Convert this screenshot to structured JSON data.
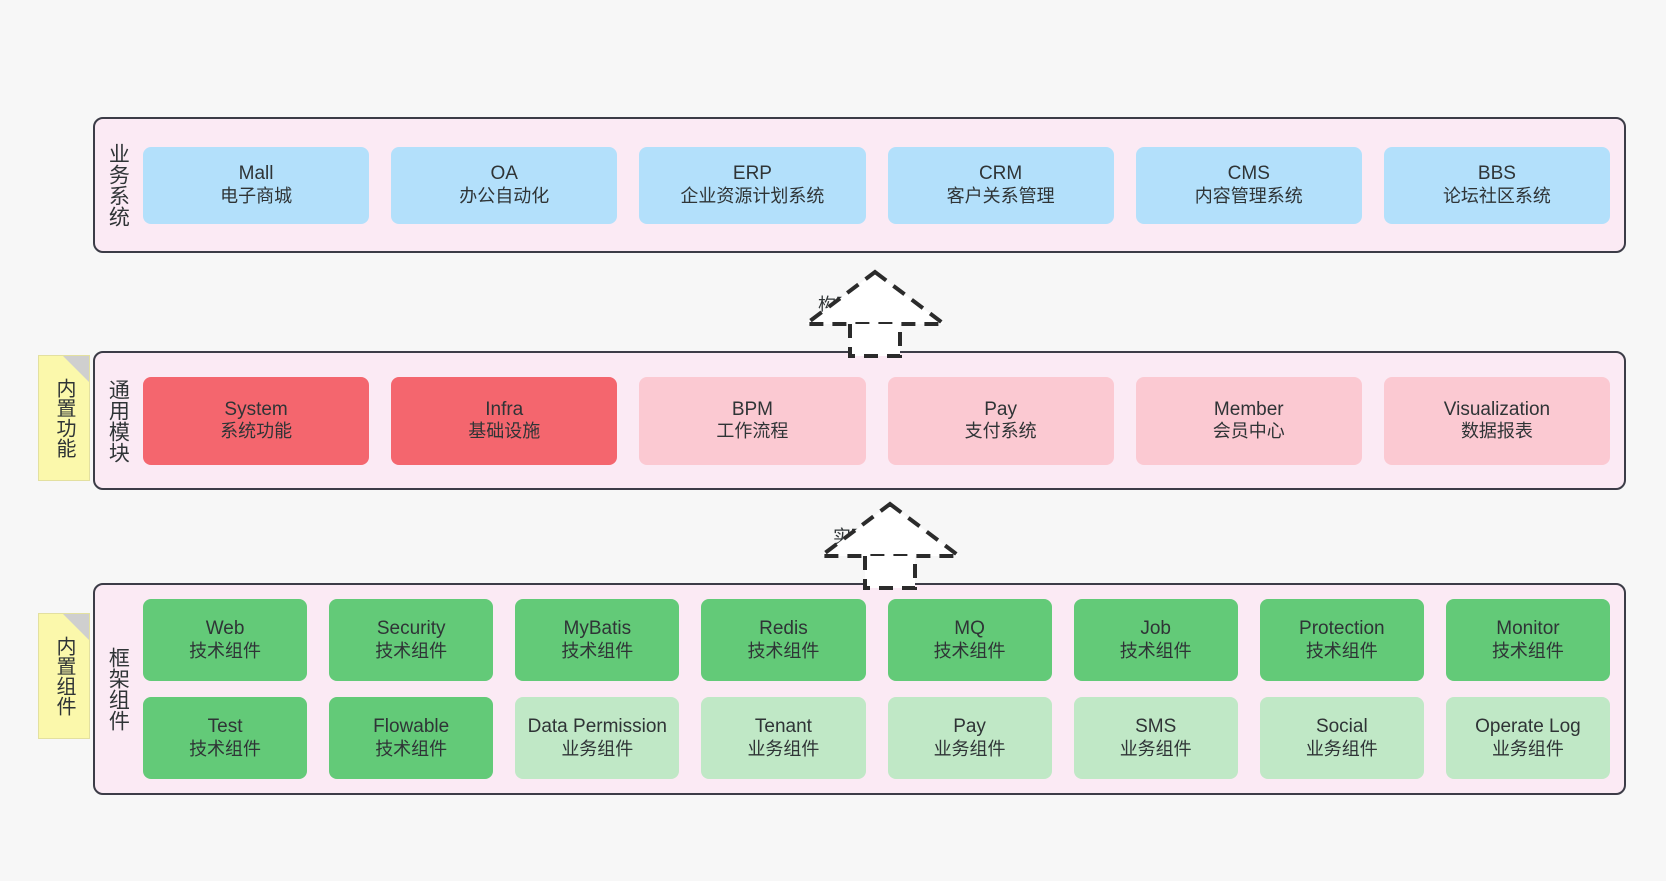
{
  "diagram": {
    "background_color": "#f7f7f7",
    "panel_color": "#fbeaf4",
    "panel_border_color": "#3c3c47"
  },
  "layers": [
    {
      "id": "business-system",
      "title": "业务系统",
      "rows": [
        [
          {
            "name": "Mall",
            "sub": "电子商城",
            "color": "#b3e0fb",
            "style": "c-blue"
          },
          {
            "name": "OA",
            "sub": "办公自动化",
            "color": "#b3e0fb",
            "style": "c-blue"
          },
          {
            "name": "ERP",
            "sub": "企业资源计划系统",
            "color": "#b3e0fb",
            "style": "c-blue"
          },
          {
            "name": "CRM",
            "sub": "客户关系管理",
            "color": "#b3e0fb",
            "style": "c-blue"
          },
          {
            "name": "CMS",
            "sub": "内容管理系统",
            "color": "#b3e0fb",
            "style": "c-blue"
          },
          {
            "name": "BBS",
            "sub": "论坛社区系统",
            "color": "#b3e0fb",
            "style": "c-blue"
          }
        ]
      ]
    },
    {
      "id": "common-module",
      "title": "通用模块",
      "note": "内置功能",
      "rows": [
        [
          {
            "name": "System",
            "sub": "系统功能",
            "color": "#f4666e",
            "style": "c-red"
          },
          {
            "name": "Infra",
            "sub": "基础设施",
            "color": "#f4666e",
            "style": "c-red"
          },
          {
            "name": "BPM",
            "sub": "工作流程",
            "color": "#fbc9d2",
            "style": "c-pink"
          },
          {
            "name": "Pay",
            "sub": "支付系统",
            "color": "#fbc9d2",
            "style": "c-pink"
          },
          {
            "name": "Member",
            "sub": "会员中心",
            "color": "#fbc9d2",
            "style": "c-pink"
          },
          {
            "name": "Visualization",
            "sub": "数据报表",
            "color": "#fbc9d2",
            "style": "c-pink"
          }
        ]
      ]
    },
    {
      "id": "framework-component",
      "title": "框架组件",
      "note": "内置组件",
      "rows": [
        [
          {
            "name": "Web",
            "sub": "技术组件",
            "color": "#63ca78",
            "style": "c-green"
          },
          {
            "name": "Security",
            "sub": "技术组件",
            "color": "#63ca78",
            "style": "c-green"
          },
          {
            "name": "MyBatis",
            "sub": "技术组件",
            "color": "#63ca78",
            "style": "c-green"
          },
          {
            "name": "Redis",
            "sub": "技术组件",
            "color": "#63ca78",
            "style": "c-green"
          },
          {
            "name": "MQ",
            "sub": "技术组件",
            "color": "#63ca78",
            "style": "c-green"
          },
          {
            "name": "Job",
            "sub": "技术组件",
            "color": "#63ca78",
            "style": "c-green"
          },
          {
            "name": "Protection",
            "sub": "技术组件",
            "color": "#63ca78",
            "style": "c-green"
          },
          {
            "name": "Monitor",
            "sub": "技术组件",
            "color": "#63ca78",
            "style": "c-green"
          }
        ],
        [
          {
            "name": "Test",
            "sub": "技术组件",
            "color": "#63ca78",
            "style": "c-green"
          },
          {
            "name": "Flowable",
            "sub": "技术组件",
            "color": "#63ca78",
            "style": "c-green"
          },
          {
            "name": "Data Permission",
            "sub": "业务组件",
            "color": "#c0e8c6",
            "style": "c-lightgreen"
          },
          {
            "name": "Tenant",
            "sub": "业务组件",
            "color": "#c0e8c6",
            "style": "c-lightgreen"
          },
          {
            "name": "Pay",
            "sub": "业务组件",
            "color": "#c0e8c6",
            "style": "c-lightgreen"
          },
          {
            "name": "SMS",
            "sub": "业务组件",
            "color": "#c0e8c6",
            "style": "c-lightgreen"
          },
          {
            "name": "Social",
            "sub": "业务组件",
            "color": "#c0e8c6",
            "style": "c-lightgreen"
          },
          {
            "name": "Operate Log",
            "sub": "业务组件",
            "color": "#c0e8c6",
            "style": "c-lightgreen"
          }
        ]
      ]
    }
  ],
  "connectors": [
    {
      "id": "connector-build",
      "label": "构建",
      "from": "common-module",
      "to": "business-system"
    },
    {
      "id": "connector-implement",
      "label": "实现",
      "from": "framework-component",
      "to": "common-module"
    }
  ]
}
